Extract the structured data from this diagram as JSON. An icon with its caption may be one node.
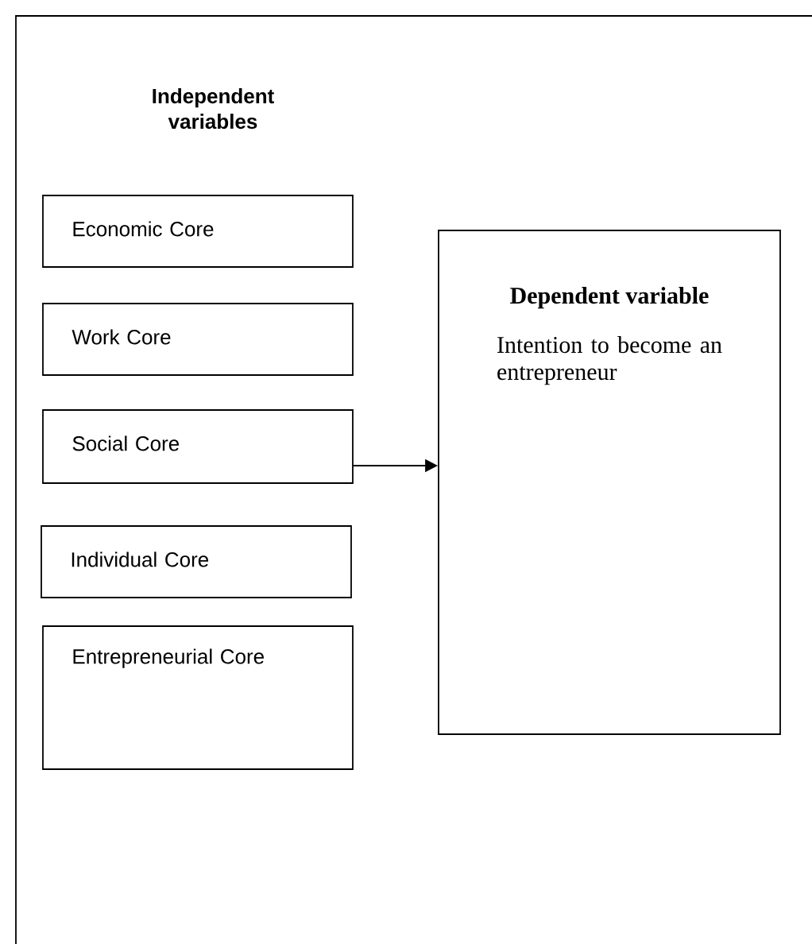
{
  "diagram": {
    "nodes": [
      {
        "text": [
          "Economic Core"
        ]
      },
      {
        "text": [
          "Work Core"
        ]
      },
      {
        "text": [
          "Social Core"
        ]
      },
      {
        "text": [
          "Individual Core"
        ]
      },
      {
        "text": [
          "Entrepreneurial Core"
        ]
      },
      {
        "text": [
          "Dependent variable",
          "Intention to become an entrepreneur"
        ]
      }
    ],
    "edges": [
      {
        "from": 2,
        "to": 5,
        "arrow": "to"
      }
    ],
    "labels": [
      "Independent variables"
    ]
  }
}
